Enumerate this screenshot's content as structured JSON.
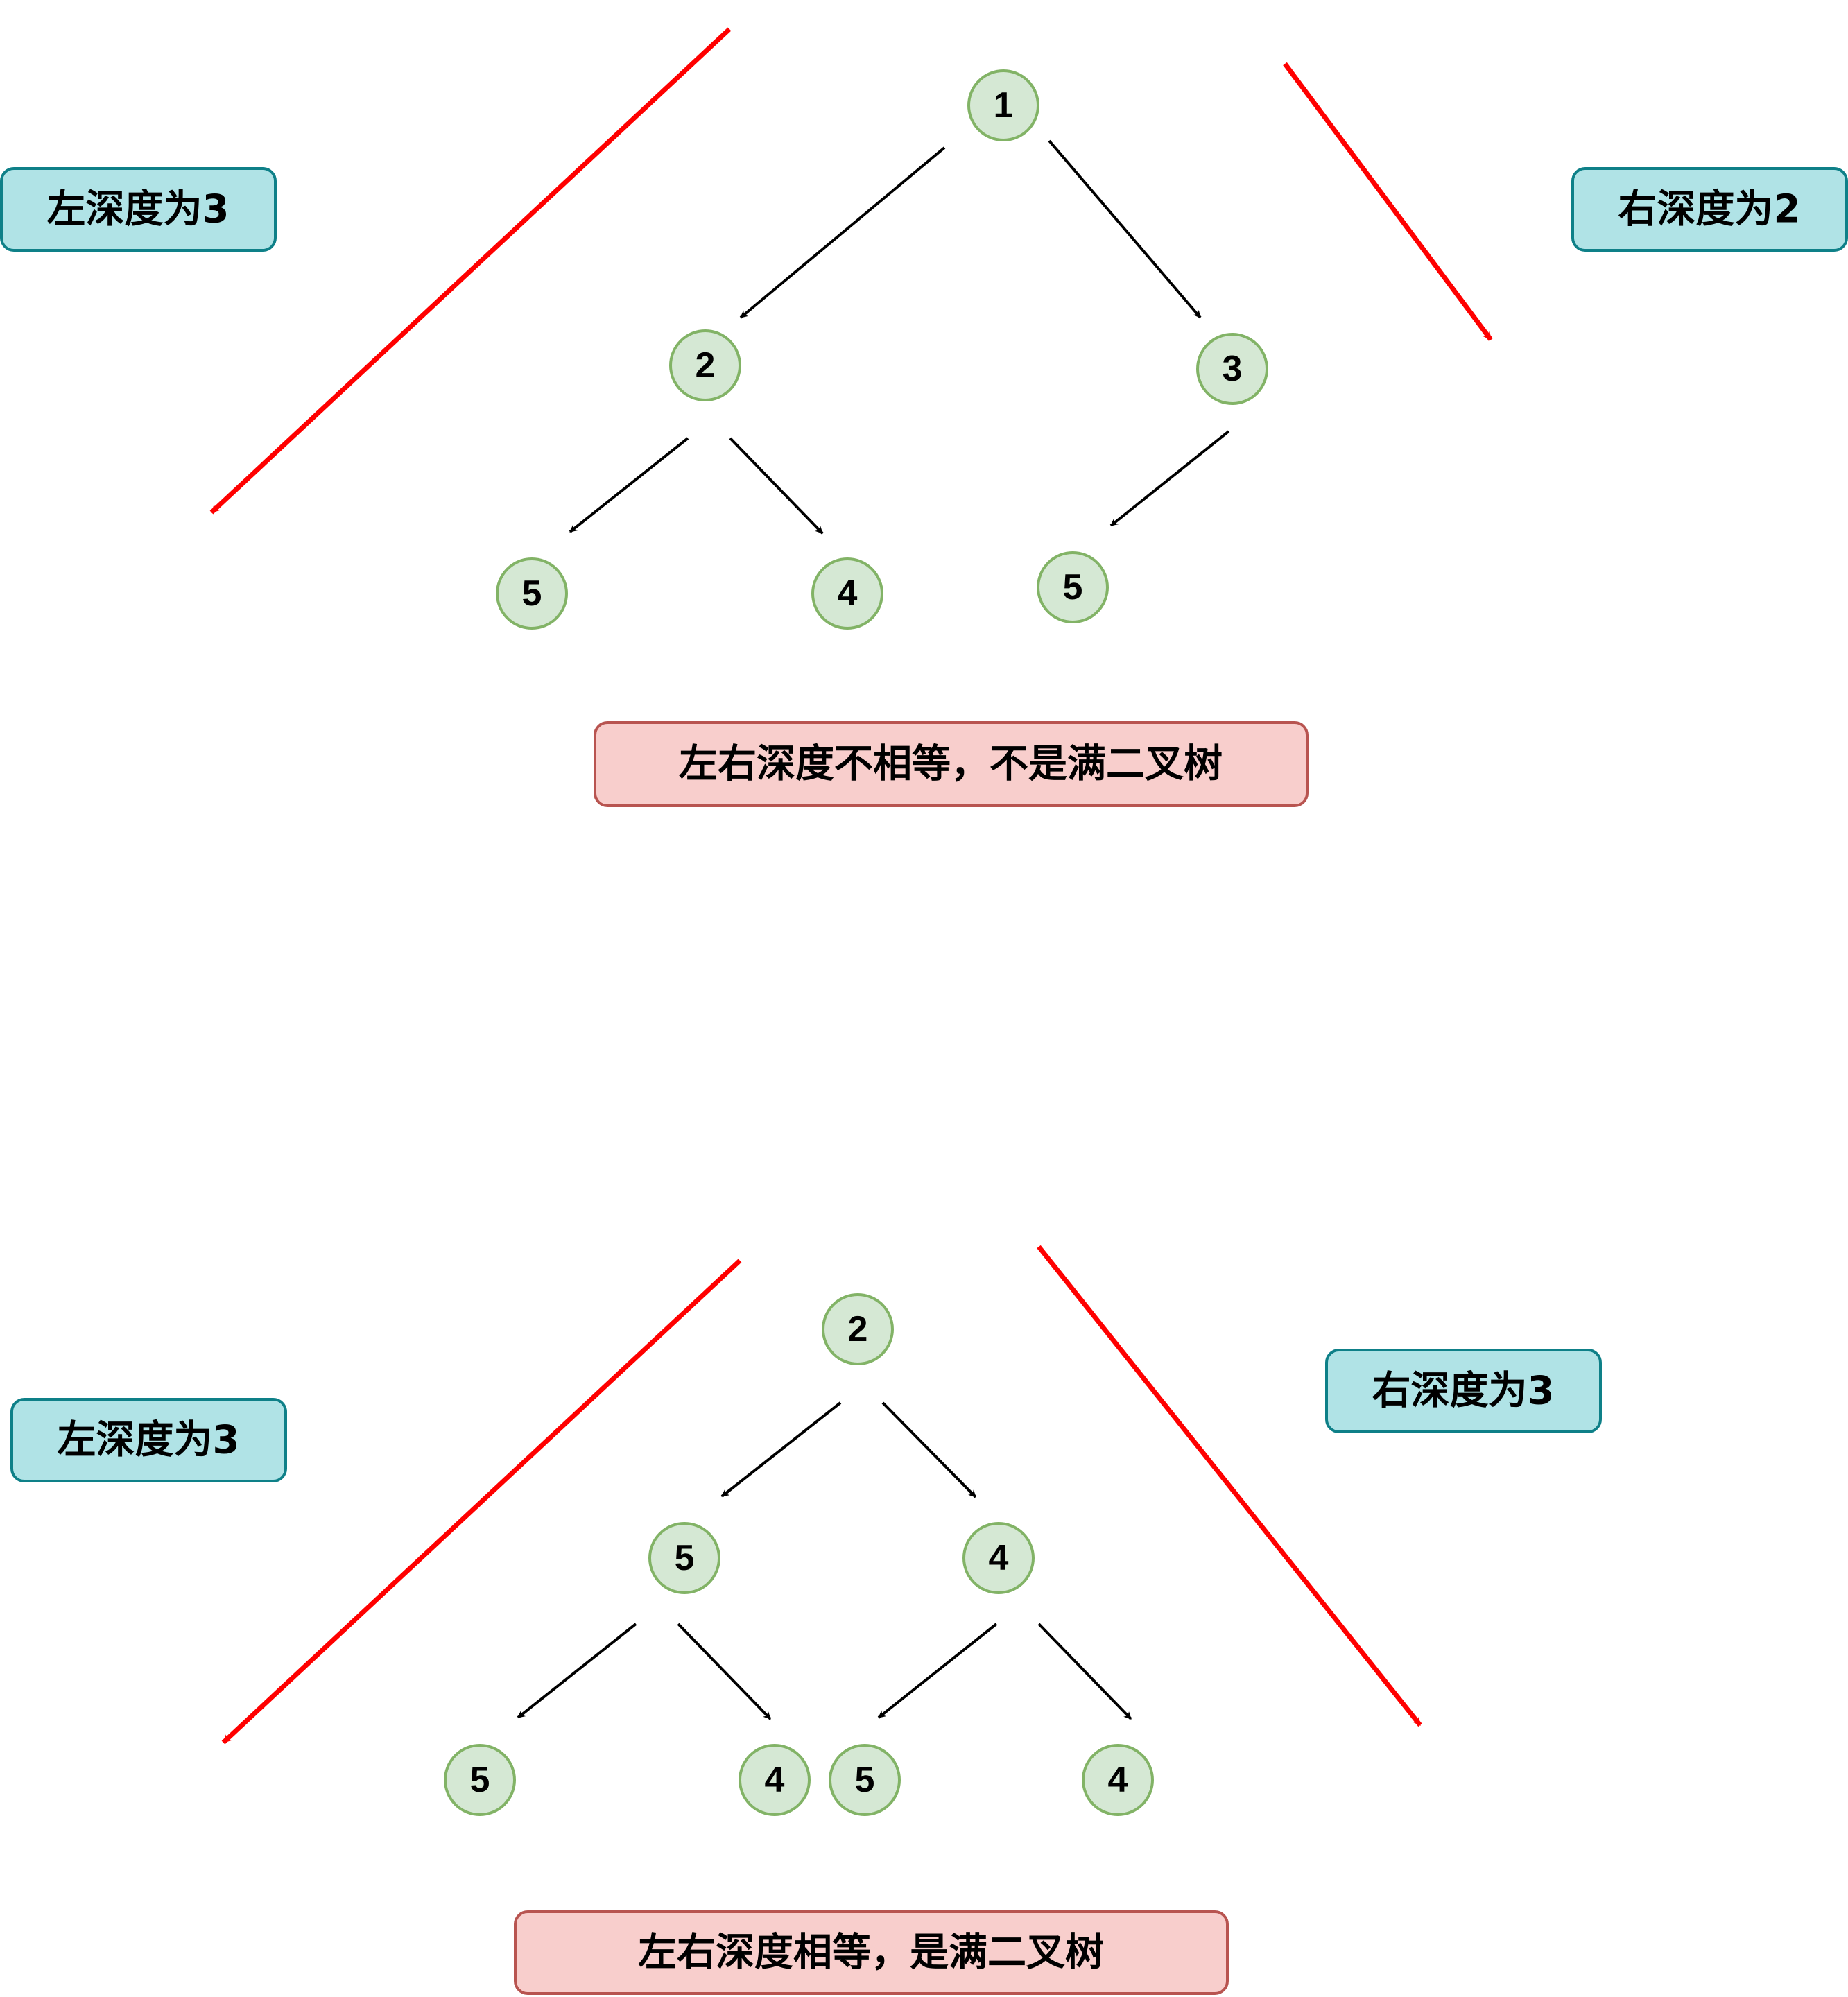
{
  "colors": {
    "node_fill": "#d5e8d4",
    "node_stroke": "#82b366",
    "depth_box_fill": "#b0e3e6",
    "depth_box_stroke": "#0e8088",
    "result_box_fill": "#f8cecc",
    "result_box_stroke": "#b85450",
    "depth_arrow": "#ff0000",
    "edge_arrow": "#000000"
  },
  "trees": [
    {
      "nodes": [
        {
          "id": "t1n1",
          "value": "1"
        },
        {
          "id": "t1n2",
          "value": "2"
        },
        {
          "id": "t1n3",
          "value": "3"
        },
        {
          "id": "t1n4",
          "value": "5"
        },
        {
          "id": "t1n5",
          "value": "4"
        },
        {
          "id": "t1n6",
          "value": "5"
        }
      ],
      "edges": [
        [
          "t1n1",
          "t1n2"
        ],
        [
          "t1n1",
          "t1n3"
        ],
        [
          "t1n2",
          "t1n4"
        ],
        [
          "t1n2",
          "t1n5"
        ],
        [
          "t1n3",
          "t1n6"
        ]
      ],
      "left_depth_label": "左深度为3",
      "right_depth_label": "右深度为2",
      "result_label": "左右深度不相等，不是满二叉树"
    },
    {
      "nodes": [
        {
          "id": "t2n1",
          "value": "2"
        },
        {
          "id": "t2n2",
          "value": "5"
        },
        {
          "id": "t2n3",
          "value": "4"
        },
        {
          "id": "t2n4",
          "value": "5"
        },
        {
          "id": "t2n5",
          "value": "4"
        },
        {
          "id": "t2n6",
          "value": "5"
        },
        {
          "id": "t2n7",
          "value": "4"
        }
      ],
      "edges": [
        [
          "t2n1",
          "t2n2"
        ],
        [
          "t2n1",
          "t2n3"
        ],
        [
          "t2n2",
          "t2n4"
        ],
        [
          "t2n2",
          "t2n5"
        ],
        [
          "t2n3",
          "t2n6"
        ],
        [
          "t2n3",
          "t2n7"
        ]
      ],
      "left_depth_label": "左深度为3",
      "right_depth_label": "右深度为3",
      "result_label": "左右深度相等，是满二叉树"
    }
  ]
}
